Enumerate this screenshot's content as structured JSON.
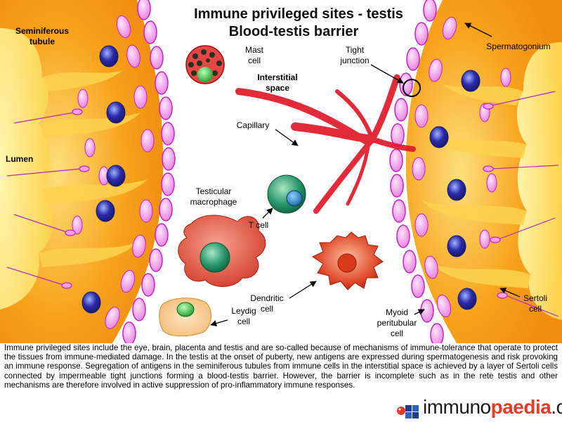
{
  "title": {
    "line1": "Immune privileged sites - testis",
    "line2": "Blood-testis barrier"
  },
  "labels": {
    "seminiferous_1": "Seminiferous",
    "seminiferous_2": "tubule",
    "lumen": "Lumen",
    "mast_1": "Mast",
    "mast_2": "cell",
    "tight_1": "Tight",
    "tight_2": "junction",
    "spermatogonium": "Spermatogonium",
    "interstitial_1": "Interstitial",
    "interstitial_2": "space",
    "capillary": "Capillary",
    "macrophage_1": "Testicular",
    "macrophage_2": "macrophage",
    "tcell": "T cell",
    "dendritic_1": "Dendritic",
    "dendritic_2": "cell",
    "leydig_1": "Leydig",
    "leydig_2": "cell",
    "myoid_1": "Myoid",
    "myoid_2": "peritubular",
    "myoid_3": "cell",
    "sertoli_1": "Sertoli",
    "sertoli_2": "cell"
  },
  "caption": "Immune privileged sites include the eye, brain, placenta and testis and are so-called because of mechanisms of immune-tolerance that operate to protect the tissues from immune-mediated damage. In the testis at the onset of puberty, new antigens are expressed during spermatogenesis and risk provoking an immune response. Segregation of antigens in the seminiferous tubules from immune cells in the interstitial space is achieved by a layer of Sertoli cells connected by impermeable tight junctions forming a blood-testis barrier. However, the barrier is incomplete such as in the rete testis and other mechanisms are therefore involved in active suppression of pro-inflammatory immune responses.",
  "logo": {
    "part1": "immuno",
    "part2": "paedia",
    "part3": ".org"
  },
  "colors": {
    "tubule": "#f7a21b",
    "tubule_light": "#fcd05a",
    "sertoli_cytoplasm": "#f9c23c",
    "myoid": "#f2b4f0",
    "myoid_border": "#c025c0",
    "nucleus_blue": "#2a2aa8",
    "spermatogonium": "#f59ef0",
    "capillary": "#e01828",
    "macrophage": "#e4503a",
    "dendritic": "#d8361e",
    "tcell": "#29976a",
    "leydig": "#f6c98c",
    "logo_accent": "#e23c2a"
  }
}
